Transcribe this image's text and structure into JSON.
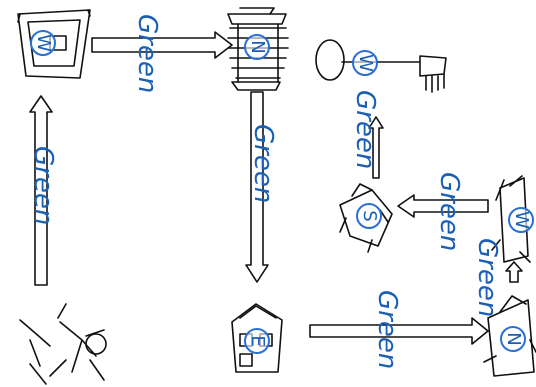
{
  "diagram": {
    "accent_color": "#1a5fb4",
    "line_color": "#111111",
    "edge_label": "Green",
    "nodes": [
      {
        "id": "frame",
        "icon": "picture-frame-icon",
        "direction": "W"
      },
      {
        "id": "tower",
        "icon": "lantern-tower-icon",
        "direction": "N"
      },
      {
        "id": "flag",
        "icon": "flag-key-icon",
        "direction": "W"
      },
      {
        "id": "armchair",
        "icon": "armchair-icon",
        "direction": "S"
      },
      {
        "id": "bench",
        "icon": "bench-icon",
        "direction": "W"
      },
      {
        "id": "house",
        "icon": "house-icon",
        "direction": "E"
      },
      {
        "id": "boat",
        "icon": "boat-icon",
        "direction": "N"
      },
      {
        "id": "walker",
        "icon": "walking-man-icon",
        "direction": ""
      }
    ],
    "edges": [
      {
        "from": "walker",
        "to": "frame",
        "label": "Green"
      },
      {
        "from": "frame",
        "to": "tower",
        "label": "Green"
      },
      {
        "from": "tower",
        "to": "house",
        "label": "Green"
      },
      {
        "from": "house",
        "to": "boat",
        "label": "Green"
      },
      {
        "from": "boat",
        "to": "bench",
        "label": "Green"
      },
      {
        "from": "bench",
        "to": "armchair",
        "label": "Green"
      },
      {
        "from": "armchair",
        "to": "flag",
        "label": "Green"
      }
    ]
  }
}
